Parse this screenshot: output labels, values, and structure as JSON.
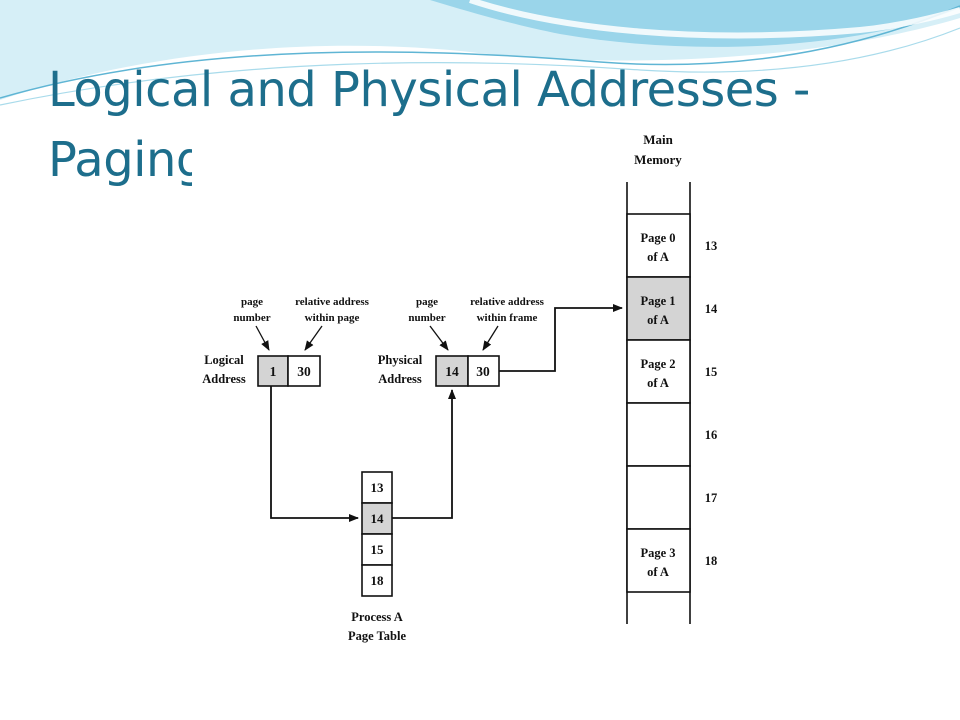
{
  "slide": {
    "title_line1": "Logical and Physical Addresses -",
    "title_line2": "Paging"
  },
  "colors": {
    "title": "#1d6e8c",
    "highlight_fill": "#d4d4d4",
    "wave_light": "#bfe6f2",
    "wave_mid": "#7cc7e0"
  },
  "diagram": {
    "logical_address": {
      "label_line1": "Logical",
      "label_line2": "Address",
      "page_number": "1",
      "offset": "30",
      "page_callout_line1": "page",
      "page_callout_line2": "number",
      "offset_callout_line1": "relative address",
      "offset_callout_line2": "within page"
    },
    "physical_address": {
      "label_line1": "Physical",
      "label_line2": "Address",
      "frame_number": "14",
      "offset": "30",
      "page_callout_line1": "page",
      "page_callout_line2": "number",
      "offset_callout_line1": "relative address",
      "offset_callout_line2": "within frame"
    },
    "page_table": {
      "entries": [
        "13",
        "14",
        "15",
        "18"
      ],
      "highlighted_index": 1,
      "caption_line1": "Process A",
      "caption_line2": "Page Table"
    },
    "main_memory": {
      "title_line1": "Main",
      "title_line2": "Memory",
      "highlighted_index": 1,
      "frames": [
        {
          "number": "13",
          "line1": "Page 0",
          "line2": "of A"
        },
        {
          "number": "14",
          "line1": "Page 1",
          "line2": "of A"
        },
        {
          "number": "15",
          "line1": "Page 2",
          "line2": "of A"
        },
        {
          "number": "16",
          "line1": "",
          "line2": ""
        },
        {
          "number": "17",
          "line1": "",
          "line2": ""
        },
        {
          "number": "18",
          "line1": "Page 3",
          "line2": "of A"
        }
      ]
    }
  }
}
